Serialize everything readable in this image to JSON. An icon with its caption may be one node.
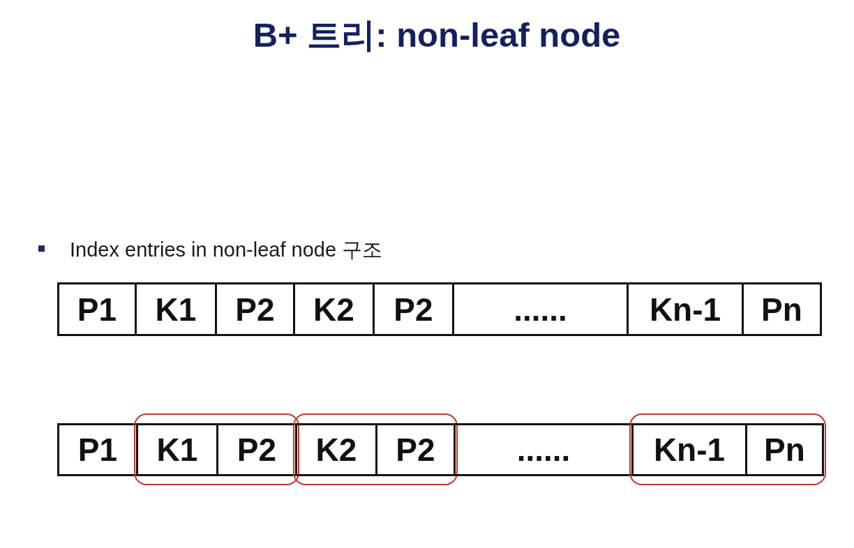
{
  "diagram": {
    "title": "B+ 트리: non-leaf node",
    "nodes": [
      {
        "text": [
          "P1"
        ]
      },
      {
        "text": [
          "K1"
        ]
      },
      {
        "text": [
          "P2"
        ]
      },
      {
        "text": [
          "K2"
        ]
      },
      {
        "text": [
          "P2"
        ]
      },
      {
        "text": [
          "......"
        ]
      },
      {
        "text": [
          "Kn-1"
        ]
      },
      {
        "text": [
          "Pn"
        ]
      },
      {
        "text": [
          "P1"
        ]
      },
      {
        "text": [],
        "shape": "box"
      },
      {
        "text": [
          "K1"
        ],
        "in": 9
      },
      {
        "text": [
          "P2"
        ],
        "in": 9
      },
      {
        "text": [],
        "shape": "box"
      },
      {
        "text": [
          "K2"
        ],
        "in": 12
      },
      {
        "text": [
          "P2"
        ],
        "in": 12
      },
      {
        "text": [
          "......"
        ]
      },
      {
        "text": [],
        "shape": "box"
      },
      {
        "text": [
          "Kn-1"
        ],
        "in": 16
      },
      {
        "text": [
          "Pn"
        ],
        "in": 16
      }
    ],
    "labels": [
      "Index entries in non-leaf node 구조"
    ]
  }
}
